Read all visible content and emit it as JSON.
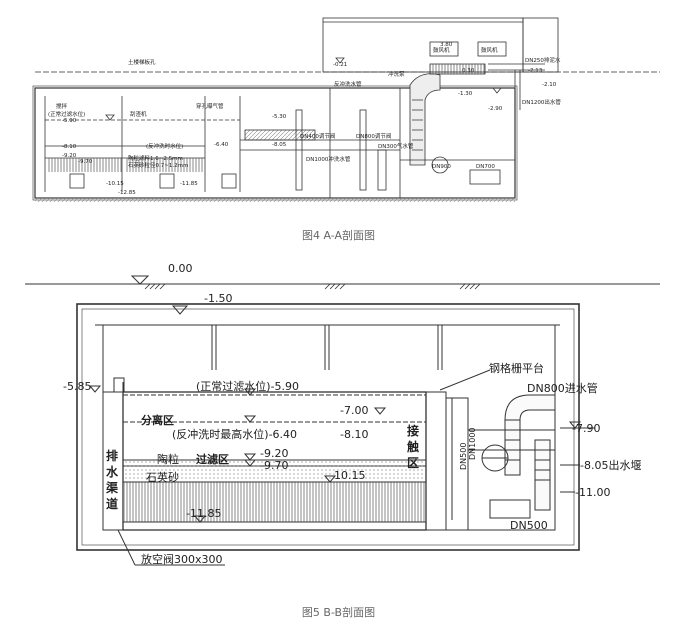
{
  "figure_a": {
    "caption": "图4 A-A剖面图",
    "labels": {
      "top_elev": "3.80",
      "cover_note": "土楼梯板孔",
      "blower1": "鼓风机",
      "blower2": "鼓风机",
      "dn250": "DN250排泥水",
      "elev_213": "-2.13",
      "elev_030": "0.30",
      "elev_neg210": "-2.10",
      "elev_130": "-1.30",
      "elev_290": "-2.90",
      "dn1200": "DN1200出水管",
      "elev_021": "-0.21",
      "backwash_pipe": "反冲洗水管",
      "bubbler": "冲洗泵",
      "elev_590": "-5.90",
      "elev_530": "-5.30",
      "elev_810": "-8.10",
      "elev_640": "-6.40",
      "elev_920": "-9.20",
      "elev_970": "-9.70",
      "elev_1015": "-10.15",
      "elev_1185": "-11.85",
      "elev_1285": "-12.85",
      "elev_805": "-8.05",
      "dn400": "DN400调节阀",
      "dn800": "DN800调节阀",
      "dn1000a": "DN1000冲洗水管",
      "dn300": "DN300气水管",
      "dn900": "DN900",
      "dn700": "DN700",
      "ceramic": "陶粒滤料1.6~2.5mm",
      "quartz": "石英砂粒径0.7~1.2mm",
      "backwash_level": "(反冲洗时水位)",
      "filter_level": "(正常过滤水位)",
      "skimmer": "刮渣机",
      "mixer": "搅拌",
      "aerator": "穿孔曝气管"
    }
  },
  "figure_b": {
    "caption": "图5 B-B剖面图",
    "labels": {
      "ground": "0.00",
      "roof": "-1.50",
      "left_top": "-5.85",
      "normal_level": "(正常过滤水位)-5.90",
      "e700": "-7.00",
      "backwash_level": "(反冲洗时最高水位)-6.40",
      "e810": "-8.10",
      "e920": "-9.20",
      "e970": "-9.70",
      "e1015": "-10.15",
      "e1185": "-11.85",
      "separation": "分离区",
      "filter_zone": "过滤区",
      "ceramic": "陶粒",
      "quartz": "石英砂",
      "drain_channel": "排\n水\n渠\n道",
      "contact_zone": "接\n触\n区",
      "grating": "钢格栅平台",
      "inlet": "DN800进水管",
      "e790": "-7.90",
      "outlet_weir": "-8.05出水堰",
      "e1100": "-11.00",
      "dn500": "DN500",
      "dn1000": "DN1000",
      "dn500_vert": "DN500",
      "drain_valve": "放空阀300x300"
    }
  }
}
